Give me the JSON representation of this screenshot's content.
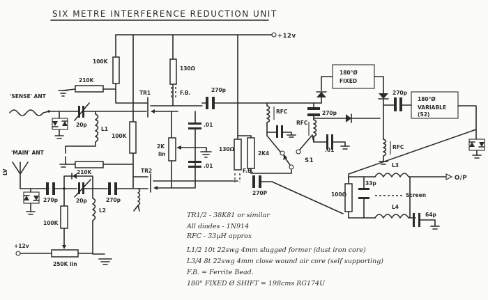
{
  "title": "SIX METRE INTERFERENCE REDUCTION UNIT",
  "supply": {
    "top_rail": "+12v",
    "pot_supply": "+12v"
  },
  "antennas": {
    "sense": "'SENSE' ANT",
    "main": "'MAIN' ANT"
  },
  "transistors": {
    "tr1": "TR1",
    "tr2": "TR2"
  },
  "resistors": {
    "r_top_left": "100K",
    "r_bias1": "210K",
    "r_bias2": "210K",
    "r_mid": "100K",
    "r_130_top": "130Ω",
    "r_130_low": "130Ω",
    "r_2k_pot": "2K",
    "r_2k_pot_sub": "lin",
    "r_2k4": "2K4",
    "r_lower_100k": "100K",
    "r_out_100": "100Ω",
    "pot_250k": "250K lin"
  },
  "capacitors": {
    "c_sense_trim": "20p",
    "c_main_in": "270p",
    "c_main_trim": "20p",
    "c_main_out": "270p",
    "c_tr1_out": "270p",
    "c_tr2_out": "270P",
    "c_dec1": ".01",
    "c_dec2": ".01",
    "c_270_mid": "270p",
    "c_01_mid": ".01",
    "c_270_right": "270p",
    "c_33p": "33p",
    "c_64p": "64p"
  },
  "inductors": {
    "l1": "L1",
    "l2": "L2",
    "l3": "L3",
    "l4": "L4",
    "rfc": "RFC"
  },
  "ferrite_bead": "F.B.",
  "switch": "S1",
  "blocks": {
    "fixed": {
      "line1": "180°Ø",
      "line2": "FIXED"
    },
    "variable": {
      "line1": "180°Ø",
      "line2": "VARIABLE",
      "line3": "(S2)"
    }
  },
  "output": {
    "label": "O/P",
    "screen": "Screen"
  },
  "notes": [
    "TR1/2 - 38K81 or similar",
    "All diodes - 1N914",
    "RFC - 33µH approx",
    "L1/2  10t 22swg 4mm slugged former (dust iron core)",
    "L3/4  8t 22swg 4mm close wound air core (self supporting)",
    "F.B. = Ferrite Bead.",
    "180° FIXED Ø SHIFT = 198cms RG174U"
  ]
}
